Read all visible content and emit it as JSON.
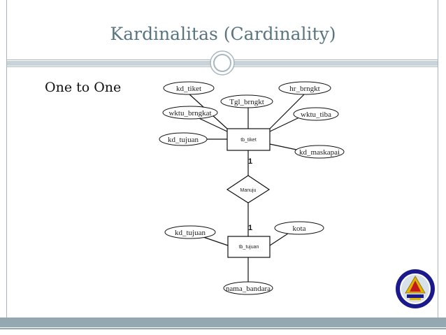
{
  "slide": {
    "title": "Kardinalitas (Cardinality)",
    "subtitle": "One to One"
  },
  "diagram": {
    "entities": [
      {
        "id": "tb_tiket",
        "label": "tb_tiket"
      },
      {
        "id": "tb_tujuan",
        "label": "tb_tujuan"
      }
    ],
    "relationship": {
      "label": "Manuju"
    },
    "cardinality": {
      "top": "1",
      "bottom": "1"
    },
    "attributes_tiket": {
      "kd_tiket": "kd_tiket",
      "hr_brngkt": "hr_brngkt",
      "tgl_brngkt": "Tgl_brngkt",
      "wktu_brngkat": "wktu_brngkat",
      "wktu_tiba": "wktu_tiba",
      "kd_tujuan": "kd_tujuan",
      "kd_maskapai": "kd_maskapai"
    },
    "attributes_tujuan": {
      "kd_tujuan": "kd_tujuan",
      "kota": "kota",
      "nama_bandara": "nama_bandara"
    }
  },
  "colors": {
    "title": "#5a7582",
    "bar": "#93a8b0",
    "logo_ring": "#1a1a8c",
    "logo_gold": "#e0b400"
  }
}
